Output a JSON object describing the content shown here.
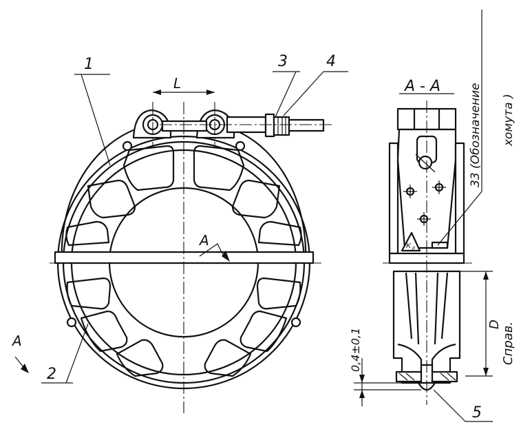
{
  "labels": {
    "part_1": "1",
    "part_2": "2",
    "part_3": "3",
    "part_4": "4",
    "part_5": "5",
    "dim_L": "L",
    "view_arrow_front": "А",
    "view_arrow_side": "А",
    "section_title": "А - А",
    "marking_line1": "33 (Обозначение",
    "marking_line2": "хомута )",
    "dim_D": "D",
    "dim_D_note": "Справ.",
    "tolerance": "0,4±0,1",
    "stamp": "К",
    "stamp_sub": "р"
  }
}
